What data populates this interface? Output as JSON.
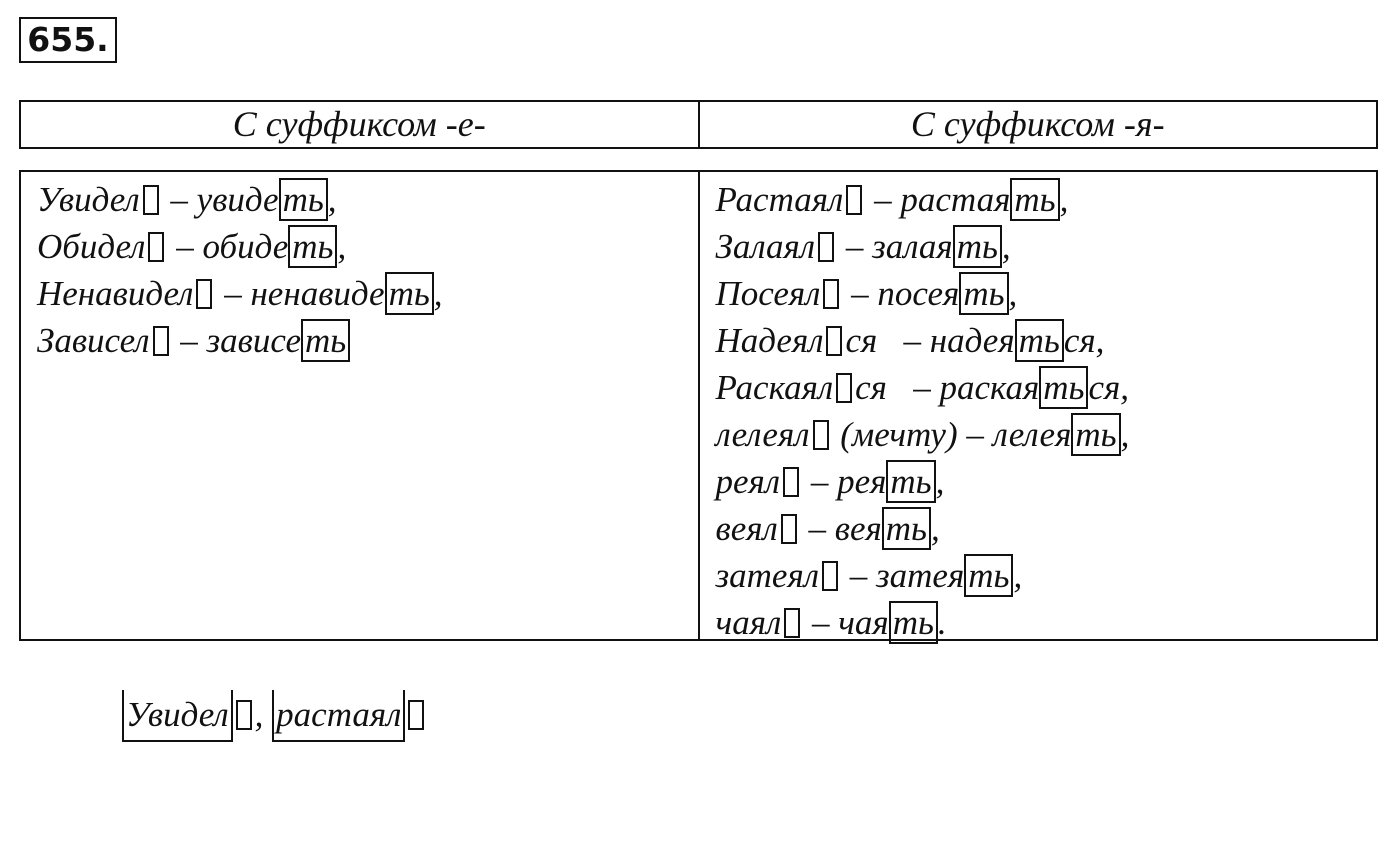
{
  "exercise": {
    "number": "655."
  },
  "table": {
    "headers": [
      "С суффиксом -е-",
      "С суффиксом -я-"
    ],
    "left_column": [
      {
        "form": "Увидел",
        "dash": " – ",
        "inf": "увидеть",
        "end": ","
      },
      {
        "form": "Обидел",
        "dash": " – ",
        "inf": "обидеть",
        "end": ","
      },
      {
        "form": "Ненавидел",
        "dash": " – ",
        "inf": "ненавидеть",
        "end": ","
      },
      {
        "form": "Зависел",
        "dash": " – ",
        "inf": "зависеть",
        "end": ""
      }
    ],
    "right_column": [
      {
        "form": "Растаял",
        "dash": " – ",
        "inf": "растаять",
        "end": ","
      },
      {
        "form": "Залаял",
        "dash": " – ",
        "inf": "залаять",
        "end": ","
      },
      {
        "form": "Посеял",
        "dash": " – ",
        "inf": "посеять",
        "end": ","
      },
      {
        "form": "Надеял",
        "extra": "ся",
        "dash": "   – ",
        "inf": "надеяться",
        "end": ","
      },
      {
        "form": "Раскаял",
        "extra": "ся",
        "dash": "   – ",
        "inf": "раскаяться",
        "end": ","
      },
      {
        "form": "лелеял",
        "extra": " (мечту)",
        "dash": " – ",
        "inf": "лелеять",
        "end": ","
      },
      {
        "form": "реял",
        "dash": " – ",
        "inf": "реять",
        "end": ","
      },
      {
        "form": "веял",
        "dash": " – ",
        "inf": "веять",
        "end": ","
      },
      {
        "form": "затеял",
        "dash": " – ",
        "inf": "затеять",
        "end": ","
      },
      {
        "form": "чаял",
        "dash": " – ",
        "inf": "чаять",
        "end": "."
      }
    ]
  },
  "analysis": {
    "word1": "Увидел",
    "separator": ", ",
    "word2": "растаял"
  }
}
